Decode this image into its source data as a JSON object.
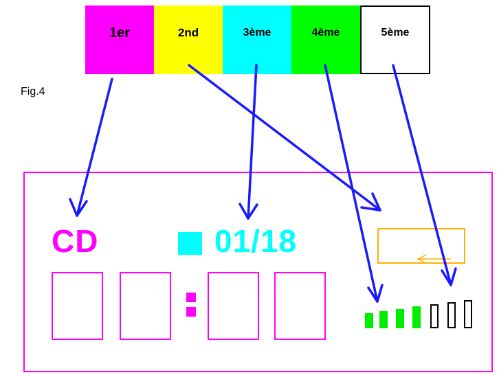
{
  "legend": {
    "items": [
      {
        "label": "1er",
        "color": "#ff00ff"
      },
      {
        "label": "2nd",
        "color": "#ffff00"
      },
      {
        "label": "3ème",
        "color": "#00ffff"
      },
      {
        "label": "4ème",
        "color": "#00ff00"
      },
      {
        "label": "5ème",
        "color": "#ffffff"
      }
    ]
  },
  "figure_label": "Fig.4",
  "display": {
    "source_text": "CD",
    "track_text": "01/18",
    "time_digits_count": 4,
    "level_bars": {
      "filled": 4,
      "empty": 3
    },
    "colors": {
      "frame": "#ff00ff",
      "track": "#00ffff",
      "box": "#ffb000",
      "level": "#00ee00",
      "arrow": "#1a1aff"
    }
  }
}
